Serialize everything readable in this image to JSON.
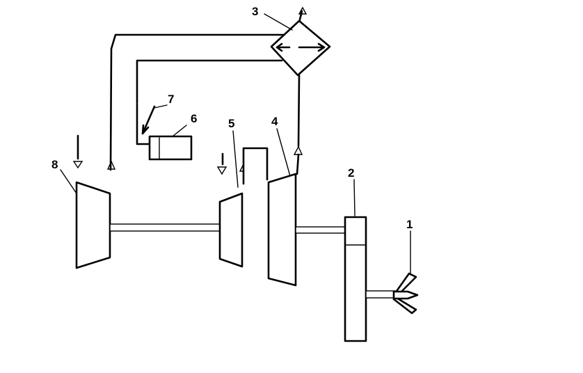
{
  "labels": {
    "l1": "1",
    "l2": "2",
    "l3": "3",
    "l4": "4",
    "l5": "5",
    "l6": "6",
    "l7": "7",
    "l8": "8"
  },
  "colors": {
    "stroke": "#000000",
    "background": "#ffffff"
  },
  "components": [
    "propeller",
    "gearbox",
    "heat-exchanger",
    "high-pressure-turbine",
    "low-pressure-turbine",
    "combustor",
    "fuel-injector",
    "compressor"
  ]
}
